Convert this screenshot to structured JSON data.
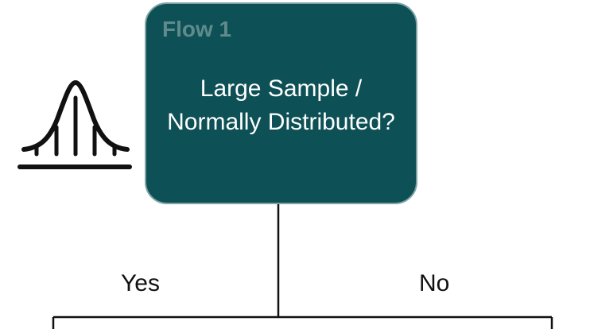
{
  "decision": {
    "tag": "Flow 1",
    "question_line1": "Large Sample /",
    "question_line2": "Normally Distributed?"
  },
  "branches": {
    "yes": "Yes",
    "no": "No"
  },
  "icons": {
    "left": "bell-curve-icon"
  },
  "colors": {
    "box_fill": "#0d5055",
    "box_border": "#7fa3a4",
    "tag_text": "#5f8b8d",
    "line": "#111111"
  }
}
